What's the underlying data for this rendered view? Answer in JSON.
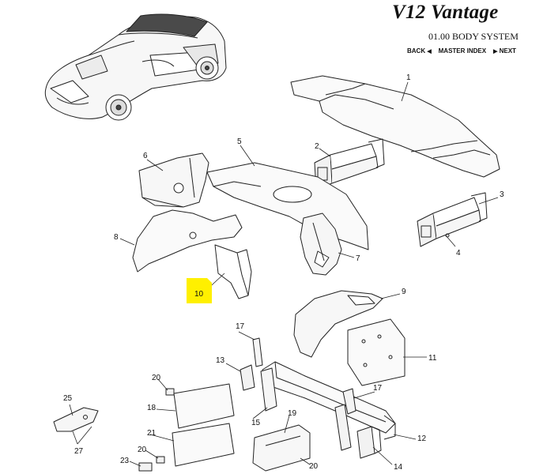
{
  "header": {
    "brand": "V12 Vantage",
    "section_title": "01.00 BODY SYSTEM",
    "nav": {
      "back": "BACK",
      "master_index": "MASTER INDEX",
      "next": "NEXT"
    }
  },
  "diagram": {
    "highlight_color": "#fff000",
    "callouts": [
      {
        "id": "c1",
        "label": "1"
      },
      {
        "id": "c2",
        "label": "2"
      },
      {
        "id": "c3",
        "label": "3"
      },
      {
        "id": "c4",
        "label": "4"
      },
      {
        "id": "c5",
        "label": "5"
      },
      {
        "id": "c6",
        "label": "6"
      },
      {
        "id": "c7",
        "label": "7"
      },
      {
        "id": "c8",
        "label": "8"
      },
      {
        "id": "c9",
        "label": "9"
      },
      {
        "id": "c10",
        "label": "10"
      },
      {
        "id": "c11",
        "label": "11"
      },
      {
        "id": "c12",
        "label": "12"
      },
      {
        "id": "c13",
        "label": "13"
      },
      {
        "id": "c14",
        "label": "14"
      },
      {
        "id": "c15",
        "label": "15"
      },
      {
        "id": "c17a",
        "label": "17"
      },
      {
        "id": "c17b",
        "label": "17"
      },
      {
        "id": "c18",
        "label": "18"
      },
      {
        "id": "c19",
        "label": "19"
      },
      {
        "id": "c20a",
        "label": "20"
      },
      {
        "id": "c20b",
        "label": "20"
      },
      {
        "id": "c20c",
        "label": "20"
      },
      {
        "id": "c21",
        "label": "21"
      },
      {
        "id": "c23",
        "label": "23"
      },
      {
        "id": "c25",
        "label": "25"
      },
      {
        "id": "c27",
        "label": "27"
      }
    ]
  }
}
